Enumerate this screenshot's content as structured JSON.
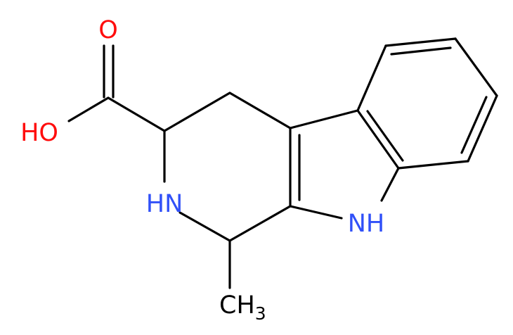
{
  "labels": {
    "carbonyl_oxygen": "O",
    "hydroxyl": "HO",
    "piperidine_nh": "HN",
    "indole_nh": "NH",
    "methyl_main": "CH",
    "methyl_subscript": "3"
  },
  "colors": {
    "bond": "#000000",
    "oxygen": "#ff0d0d",
    "nitrogen": "#3050f8",
    "carbon": "#000000",
    "background": "#ffffff"
  }
}
